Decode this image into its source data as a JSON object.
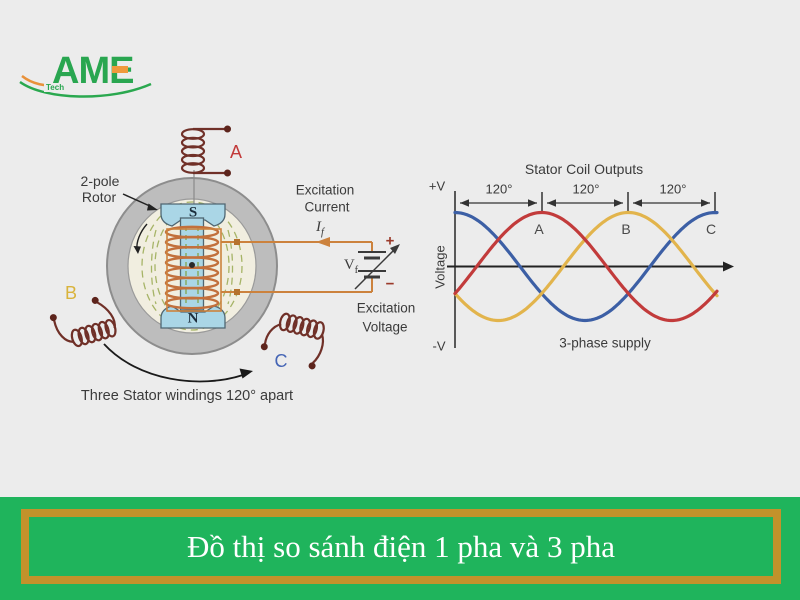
{
  "background_color": "#ececec",
  "logo": {
    "brand": "AME",
    "sub": "Tech",
    "green": "#29a650",
    "orange": "#ef9a3c"
  },
  "machine": {
    "rotor_label": [
      "2-pole",
      "Rotor"
    ],
    "pole_top": "S",
    "pole_bottom": "N",
    "windings": [
      {
        "label": "A",
        "color": "#c23a3a"
      },
      {
        "label": "B",
        "color": "#d9b33b"
      },
      {
        "label": "C",
        "color": "#4565b5"
      }
    ],
    "excitation_current": [
      "Excitation",
      "Current"
    ],
    "current_symbol": "I",
    "current_subscript": "f",
    "voltage_symbol": "V",
    "voltage_subscript": "f",
    "plus": "+",
    "minus": "−",
    "excitation_voltage": [
      "Excitation",
      "Voltage"
    ],
    "caption": "Three Stator windings 120° apart"
  },
  "chart_data": {
    "type": "line",
    "title": "Stator Coil Outputs",
    "ylabel": "Voltage",
    "y_top_label": "+V",
    "y_bottom_label": "-V",
    "x_annotation": "3-phase supply",
    "phase_interval_labels": [
      "120°",
      "120°",
      "120°"
    ],
    "x_range_deg": [
      0,
      360
    ],
    "amplitude": 1,
    "grid": false,
    "series": [
      {
        "name": "C",
        "color": "#3c5fa5",
        "waveform": "cos",
        "phase_deg": 0,
        "peak_at_deg": 360
      },
      {
        "name": "B",
        "color": "#e2b44c",
        "waveform": "cos",
        "phase_deg": 240,
        "peak_at_deg": 240
      },
      {
        "name": "A",
        "color": "#c23b3b",
        "waveform": "cos",
        "phase_deg": 120,
        "peak_at_deg": 120
      }
    ]
  },
  "footer": {
    "title": "Đồ thị so sánh điện 1 pha và 3 pha",
    "bg_color": "#1fb45c",
    "border_color": "#c2922b",
    "text_color": "#ffffff"
  }
}
